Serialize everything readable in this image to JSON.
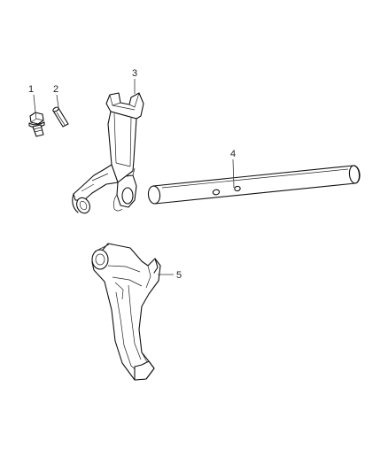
{
  "callouts": [
    {
      "id": "bolt",
      "number": "1"
    },
    {
      "id": "pin",
      "number": "2"
    },
    {
      "id": "shift-bracket",
      "number": "3"
    },
    {
      "id": "shift-rail",
      "number": "4"
    },
    {
      "id": "shift-fork",
      "number": "5"
    }
  ]
}
